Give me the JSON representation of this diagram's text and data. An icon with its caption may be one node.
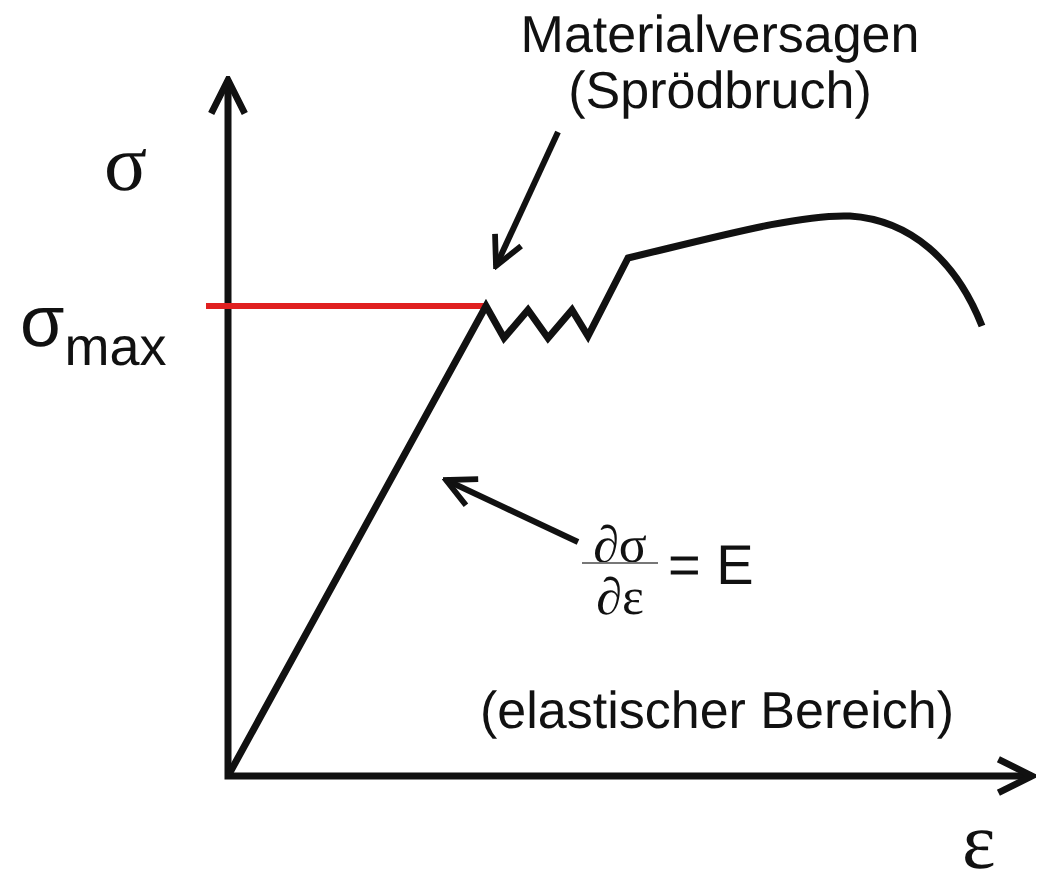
{
  "diagram": {
    "nodes": [
      {
        "text": [
          "Materialversagen (Sprödbruch)"
        ]
      },
      {
        "text": [
          "∂σ",
          "∂ε",
          "= E"
        ]
      }
    ],
    "edges": [
      {
        "from": 0,
        "to": null,
        "arrow": "to"
      },
      {
        "from": 1,
        "to": null,
        "arrow": "to"
      }
    ],
    "labels": [
      "σ",
      "σ$_{max}$",
      "(elastischer Bereich)",
      "ε"
    ]
  }
}
